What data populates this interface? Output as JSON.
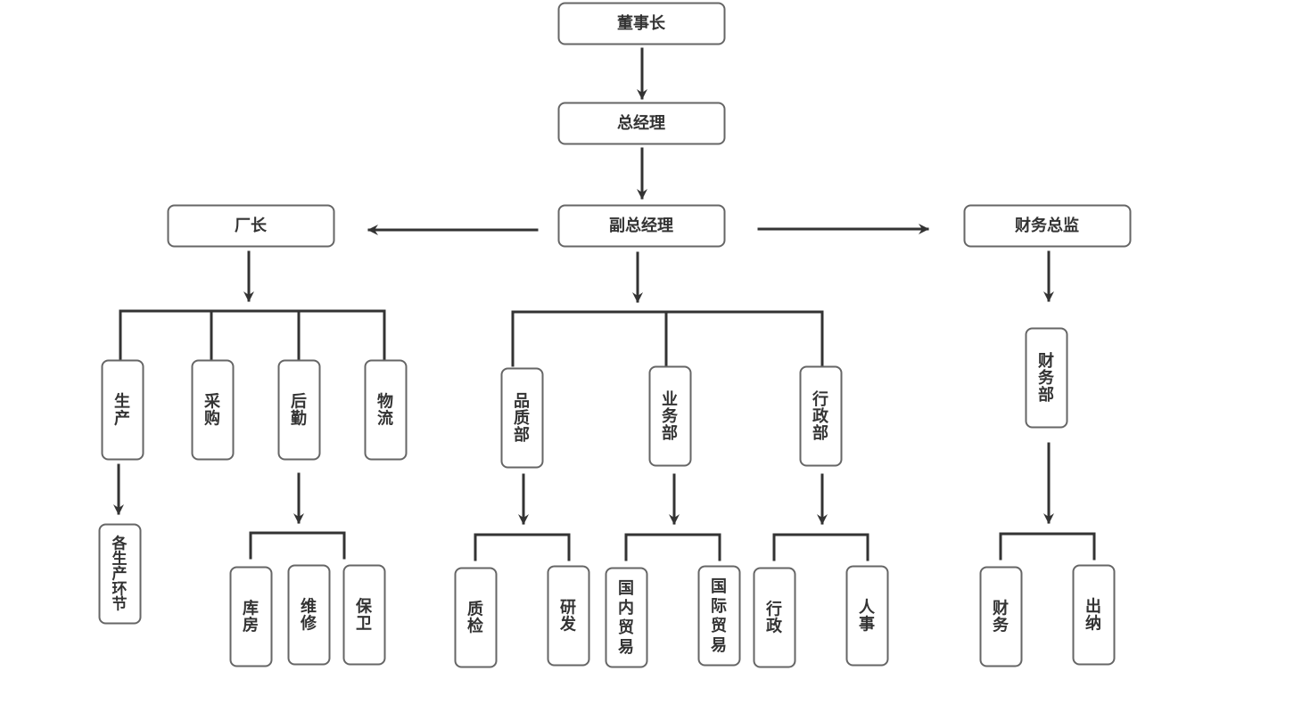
{
  "colors": {
    "box_stroke": "#666666",
    "line": "#333333",
    "text": "#333333",
    "background": "#ffffff"
  },
  "nodes": {
    "chairman": "董事长",
    "general_manager": "总经理",
    "deputy_gm": "副总经理",
    "factory_director": "厂长",
    "cfo": "财务总监",
    "production": "生产",
    "purchasing": "采购",
    "logistics_support": "后勤",
    "logistics": "物流",
    "quality_dept": "品质部",
    "business_dept": "业务部",
    "admin_dept": "行政部",
    "finance_dept": "财务部",
    "production_stages": "各生产环节",
    "warehouse": "库房",
    "maintenance": "维修",
    "security": "保卫",
    "inspection": "质检",
    "rnd": "研发",
    "domestic_trade": "国内贸易",
    "international_trade": "国际贸易",
    "administration": "行政",
    "hr": "人事",
    "finance": "财务",
    "cashier": "出纳"
  }
}
